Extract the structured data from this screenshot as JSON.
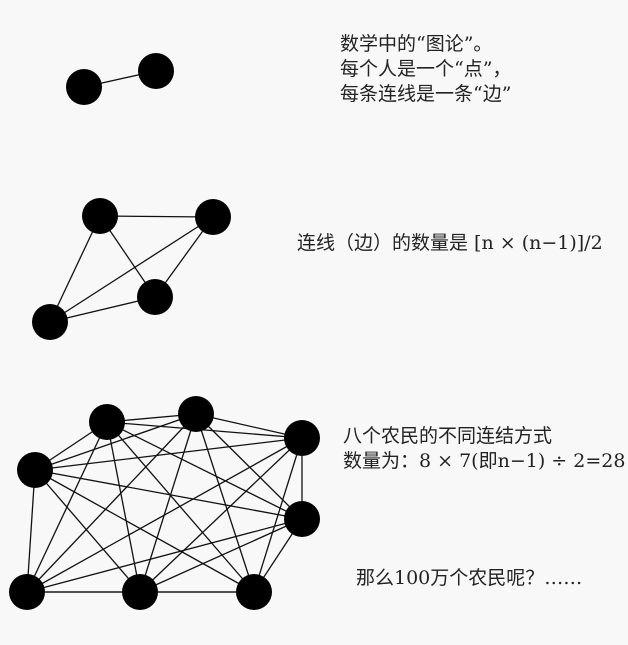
{
  "caption1": {
    "lines": [
      "数学中的“图论”。",
      "每个人是一个“点”，",
      "每条连线是一条“边”"
    ]
  },
  "caption2": "连线（边）的数量是 [n × (n−1)]/2",
  "caption3": {
    "lines": [
      "八个农民的不同连结方式",
      "数量为：8 × 7(即n−1) ÷ 2=28"
    ]
  },
  "caption4": "那么100万个农民呢？……",
  "graphs": [
    {
      "name": "two-nodes",
      "node_count": 2,
      "edges": "complete"
    },
    {
      "name": "four-nodes",
      "node_count": 4,
      "edges": "complete"
    },
    {
      "name": "eight-nodes",
      "node_count": 8,
      "edges": "complete"
    }
  ],
  "colors": {
    "node": "#000000",
    "edge": "#111111",
    "background": "#f8f8f8"
  }
}
